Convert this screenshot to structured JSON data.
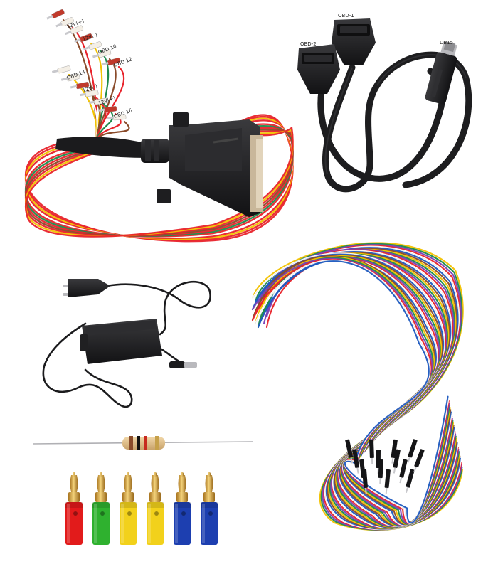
{
  "kit": {
    "items": [
      {
        "name": "db25-breakout-harness",
        "pin_labels": [
          "12V(+)",
          "12V(-)",
          "OBD 10",
          "OBD 12",
          "OBD 14",
          "12V(-)",
          "12V(+)",
          "OBD 16"
        ]
      },
      {
        "name": "obd-y-cable",
        "port_labels": [
          "OBD-1",
          "OBD-2",
          "DB15"
        ]
      },
      {
        "name": "power-adapter",
        "plug_type": "EU two-pin"
      },
      {
        "name": "resistor"
      },
      {
        "name": "jumper-wire-bundle"
      },
      {
        "name": "banana-plug-set",
        "count": 6
      }
    ],
    "colors": {
      "harness_red": "#e8232b",
      "cable_black": "#1d1d1f",
      "wire_colors": [
        "#f2c200",
        "#1f8a4c",
        "#7b3fb5",
        "#e8232b",
        "#ffffff",
        "#1f5bc0",
        "#8a4b2a"
      ],
      "banana_plugs": [
        "#e21b1b",
        "#2fb12f",
        "#f2d11b",
        "#f2d11b",
        "#1d3fb0",
        "#1d3fb0"
      ],
      "gold": "#d6a23a"
    }
  }
}
